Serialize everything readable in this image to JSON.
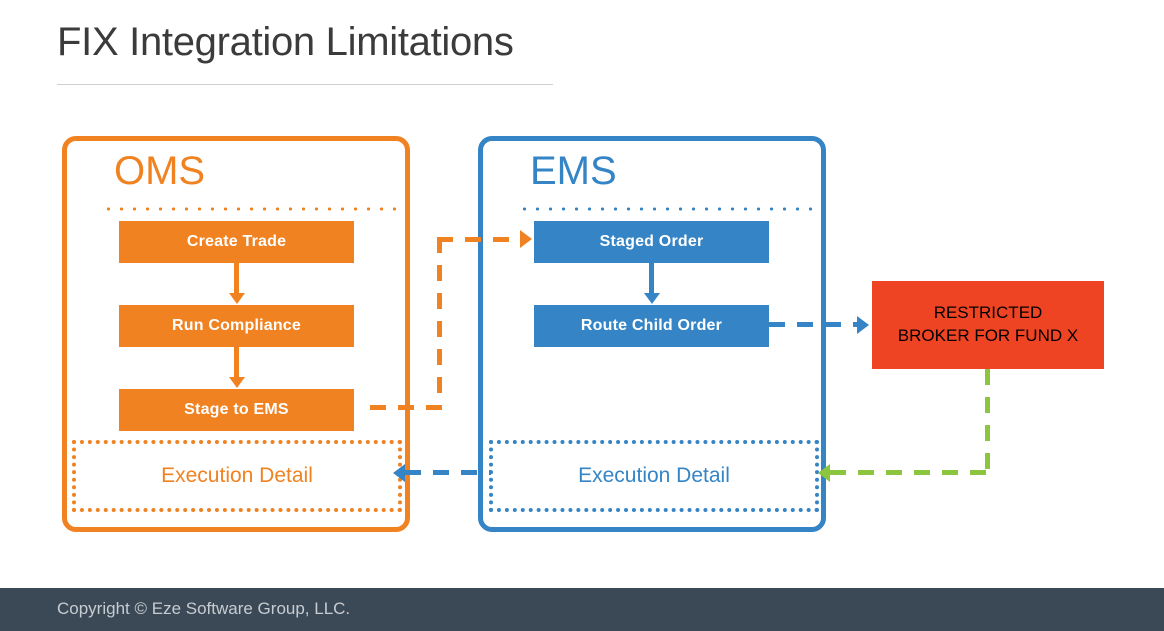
{
  "slide": {
    "title": "FIX Integration Limitations"
  },
  "colors": {
    "orange": "#F08221",
    "blue": "#3585C6",
    "red": "#EF4423",
    "green": "#8CC63E",
    "title_text": "#3B3B3B",
    "footer_bg": "#3B4957",
    "footer_text": "#C7CCD1"
  },
  "panels": {
    "oms": {
      "heading": "OMS",
      "steps": [
        {
          "label": "Create Trade"
        },
        {
          "label": "Run Compliance"
        },
        {
          "label": "Stage to EMS"
        }
      ],
      "exec_detail": "Execution Detail"
    },
    "ems": {
      "heading": "EMS",
      "steps": [
        {
          "label": "Staged Order"
        },
        {
          "label": "Route Child Order"
        }
      ],
      "exec_detail": "Execution Detail"
    }
  },
  "restricted": {
    "line1": "RESTRICTED",
    "line2": "BROKER FOR FUND X"
  },
  "footer": {
    "copyright": "Copyright © Eze Software Group, LLC."
  }
}
